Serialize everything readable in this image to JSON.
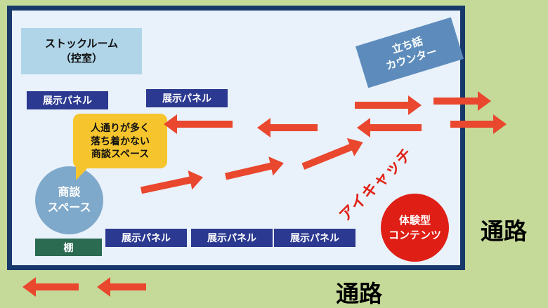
{
  "colors": {
    "aisle_green": "#c5d998",
    "booth_bg": "#e9f1fa",
    "booth_border": "#17386b",
    "panel_navy": "#2b3990",
    "stockroom_blue": "#b0d5e8",
    "counter_blue": "#5d8cbc",
    "meeting_blue": "#7fa9cb",
    "shelf_green": "#2a6b52",
    "experience_red": "#df1f16",
    "eyecatch_red": "#e02318",
    "bubble_yellow": "#f6c52e",
    "arrow_red": "#e9472e"
  },
  "booth": {
    "stockroom": {
      "line1": "ストックルーム",
      "line2": "（控室）"
    },
    "counter": {
      "line1": "立ち話",
      "line2": "カウンター"
    },
    "panels": {
      "label": "展示パネル"
    },
    "bubble": {
      "line1": "人通りが多く",
      "line2": "落ち着かない",
      "line3": "商談スペース"
    },
    "meeting_space": {
      "line1": "商談",
      "line2": "スペース"
    },
    "shelf": {
      "label": "棚"
    },
    "eyecatch": {
      "label": "アイキャッチ"
    },
    "experience": {
      "line1": "体験型",
      "line2": "コンテンツ"
    }
  },
  "aisles": {
    "right": "通路",
    "bottom": "通路"
  }
}
